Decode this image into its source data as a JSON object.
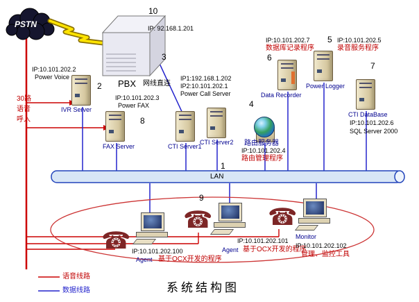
{
  "title": "系统结构图",
  "legend": {
    "voice_label": "语音线路",
    "data_label": "数据线路"
  },
  "colors": {
    "voice_line": "#cc0000",
    "data_line": "#2222cc"
  },
  "pstn": {
    "label": "PSTN"
  },
  "voice_in": {
    "l1": "30路",
    "l2": "语音",
    "l3": "呼入"
  },
  "pbx": {
    "num": "10",
    "ip": "IP: 92.168.1.201",
    "label": "PBX",
    "note": "网线直连"
  },
  "lan": {
    "num": "1",
    "label": "LAN"
  },
  "zone": {
    "num": "9"
  },
  "servers": {
    "ivr": {
      "ip": "IP:10.101.202.2",
      "app": "Power Voice",
      "num": "2",
      "label": "IVR Server"
    },
    "fax": {
      "ip": "IP:10.101.202.3",
      "app": "Power FAX",
      "num": "8",
      "label": "FAX Server"
    },
    "call": {
      "num": "3",
      "ip1": "IP1:192.168.1.202",
      "ip2": "IP2:10.101.202.1",
      "app": "Power Call Server",
      "cti1": "CTI Server1",
      "cti2": "CTI Server2"
    },
    "router": {
      "num": "4",
      "label": "路由服务器",
      "ip": "IP:10.101.202.4",
      "app": "路由管理程序"
    },
    "recorder": {
      "num": "6",
      "ip": "IP:10.101.202.7",
      "app": "数据库记录程序",
      "label": "Data Recorder"
    },
    "logger": {
      "num": "5",
      "ip": "IP:10.101.202.5",
      "app": "录音服务程序",
      "label": "Power Logger"
    },
    "database": {
      "num": "7",
      "label": "CTI DataBase",
      "ip": "IP:10.101.202.6",
      "app": "SQL Server 2000"
    }
  },
  "workstations": {
    "agent1": {
      "ip": "IP:10.101.202.100",
      "label": "Agent",
      "desc": "基于OCX开发的程序"
    },
    "agent2": {
      "ip": "IP:10.101.202.101",
      "label": "Agent",
      "desc": "基于OCX开发的程序"
    },
    "monitor": {
      "label": "Monitor",
      "ip": "IP:10.101.202.102",
      "desc": "管理、监控工具"
    }
  }
}
